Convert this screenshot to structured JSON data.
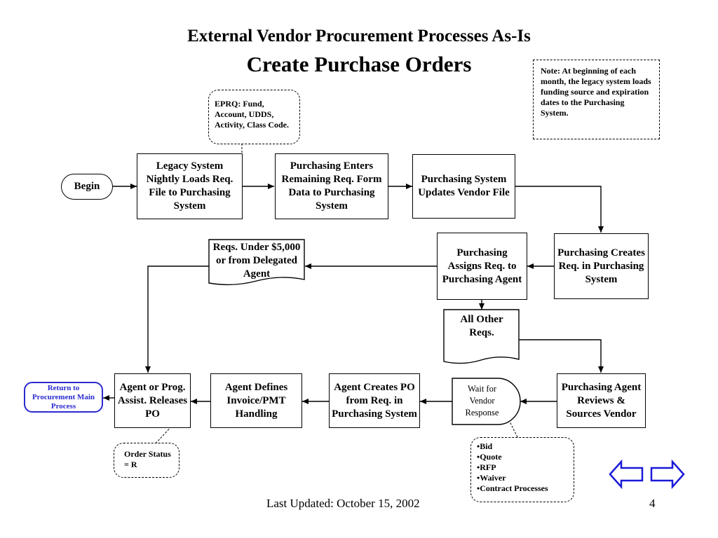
{
  "slide": {
    "title_line1": "External Vendor Procurement Processes As-Is",
    "title_line2": "Create Purchase Orders",
    "footer_date": "Last Updated:  October 15, 2002",
    "page_number": "4"
  },
  "notes": {
    "month_note": "Note:  At beginning of each month, the legacy system loads funding source and expiration dates to the Purchasing System.",
    "eprq_note": "EPRQ:  Fund, Account, UDDS, Activity, Class Code.",
    "order_status_note": "Order Status = R",
    "response_types": [
      "•Bid",
      "•Quote",
      "•RFP",
      "•Waiver",
      "•Contract Processes"
    ]
  },
  "nodes": {
    "begin": "Begin",
    "legacy_load": "Legacy System Nightly Loads Req. File to Purchasing System",
    "enters_form": "Purchasing Enters Remaining Req. Form Data to Purchasing System",
    "updates_vendor": "Purchasing System Updates Vendor File",
    "creates_req": "Purchasing Creates Req. in Purchasing System",
    "assigns_req": "Purchasing Assigns Req. to Purchasing Agent",
    "reqs_under": "Reqs. Under $5,000 or from Delegated Agent",
    "all_other": "All Other Reqs.",
    "reviews_sources": "Purchasing Agent Reviews & Sources Vendor",
    "wait_vendor": "Wait for Vendor Response",
    "creates_po": "Agent Creates PO from Req. in Purchasing System",
    "defines_invoice": "Agent Defines Invoice/PMT Handling",
    "releases_po": "Agent or Prog. Assist. Releases PO",
    "return_main": "Return to Procurement Main Process"
  },
  "colors": {
    "link_blue": "#2a2ad0",
    "nav_arrow_blue": "#1a1ad8"
  },
  "nav": {
    "back_icon": "left-arrow-icon",
    "forward_icon": "right-arrow-icon"
  }
}
